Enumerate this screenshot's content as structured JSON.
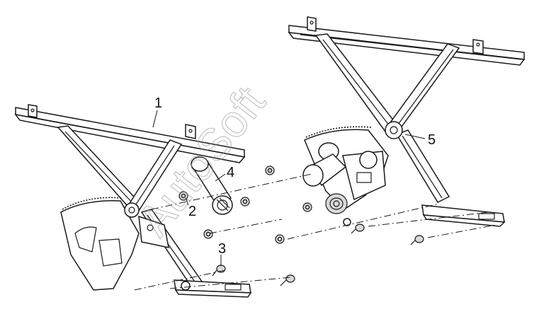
{
  "diagram": {
    "part_labels": [
      {
        "id": "1",
        "text": "1"
      },
      {
        "id": "2",
        "text": "2"
      },
      {
        "id": "3",
        "text": "3"
      },
      {
        "id": "4",
        "text": "4"
      },
      {
        "id": "5",
        "text": "5"
      }
    ],
    "watermark": "AutoSoft"
  },
  "colors": {
    "line": "#1a1a1a",
    "background": "#ffffff",
    "watermark": "#9a9a9a"
  }
}
